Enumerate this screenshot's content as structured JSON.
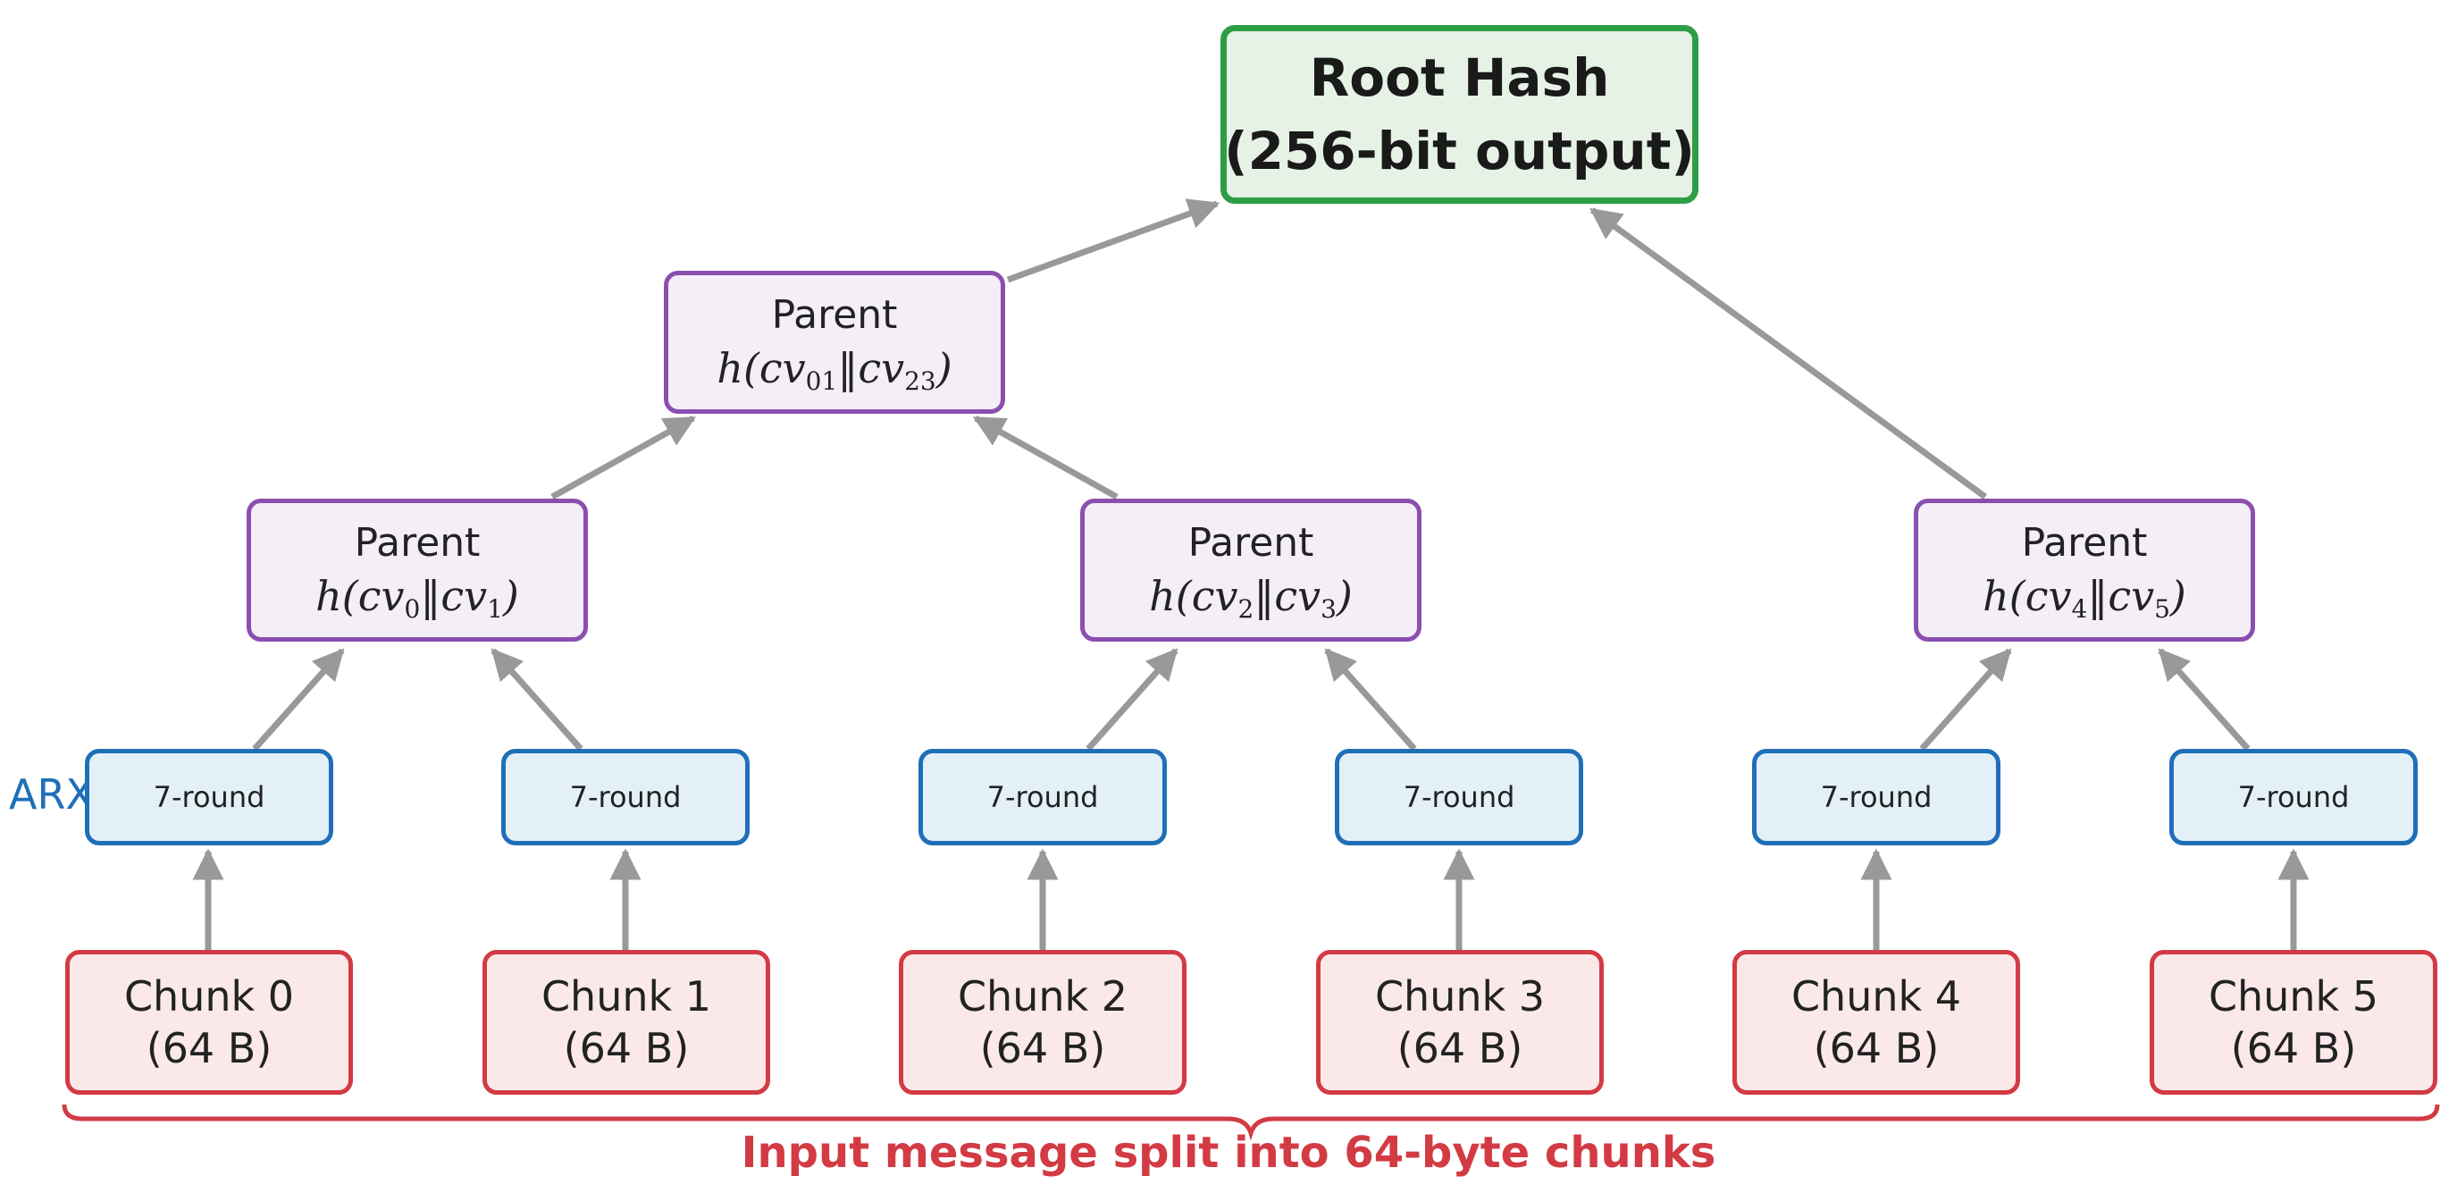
{
  "root": {
    "line1": "Root Hash",
    "line2": "(256-bit output)"
  },
  "top_parent": {
    "title": "Parent",
    "formula": {
      "func": "h(",
      "cv_a": "cv",
      "sub_a": "01",
      "sep": "‖",
      "cv_b": "cv",
      "sub_b": "23",
      "close": ")"
    }
  },
  "parents": [
    {
      "title": "Parent",
      "formula": {
        "func": "h(",
        "cv_a": "cv",
        "sub_a": "0",
        "sep": "‖",
        "cv_b": "cv",
        "sub_b": "1",
        "close": ")"
      }
    },
    {
      "title": "Parent",
      "formula": {
        "func": "h(",
        "cv_a": "cv",
        "sub_a": "2",
        "sep": "‖",
        "cv_b": "cv",
        "sub_b": "3",
        "close": ")"
      }
    },
    {
      "title": "Parent",
      "formula": {
        "func": "h(",
        "cv_a": "cv",
        "sub_a": "4",
        "sep": "‖",
        "cv_b": "cv",
        "sub_b": "5",
        "close": ")"
      }
    }
  ],
  "rounds": [
    "7-round",
    "7-round",
    "7-round",
    "7-round",
    "7-round",
    "7-round"
  ],
  "arx_label": "ARX",
  "chunks": [
    {
      "line1": "Chunk 0",
      "line2": "(64 B)"
    },
    {
      "line1": "Chunk 1",
      "line2": "(64 B)"
    },
    {
      "line1": "Chunk 2",
      "line2": "(64 B)"
    },
    {
      "line1": "Chunk 3",
      "line2": "(64 B)"
    },
    {
      "line1": "Chunk 4",
      "line2": "(64 B)"
    },
    {
      "line1": "Chunk 5",
      "line2": "(64 B)"
    }
  ],
  "caption": "Input message split into 64-byte chunks",
  "colors": {
    "root_border": "#2e9e46",
    "root_fill": "#e6f2e6",
    "parent_border": "#8a4fb0",
    "parent_fill": "#f4eef7",
    "round_border": "#1f6fb8",
    "round_fill": "#e4f0f8",
    "chunk_border": "#d33b44",
    "chunk_fill": "#fbe9ea",
    "arrow": "#999999",
    "caption": "#d33b44"
  }
}
